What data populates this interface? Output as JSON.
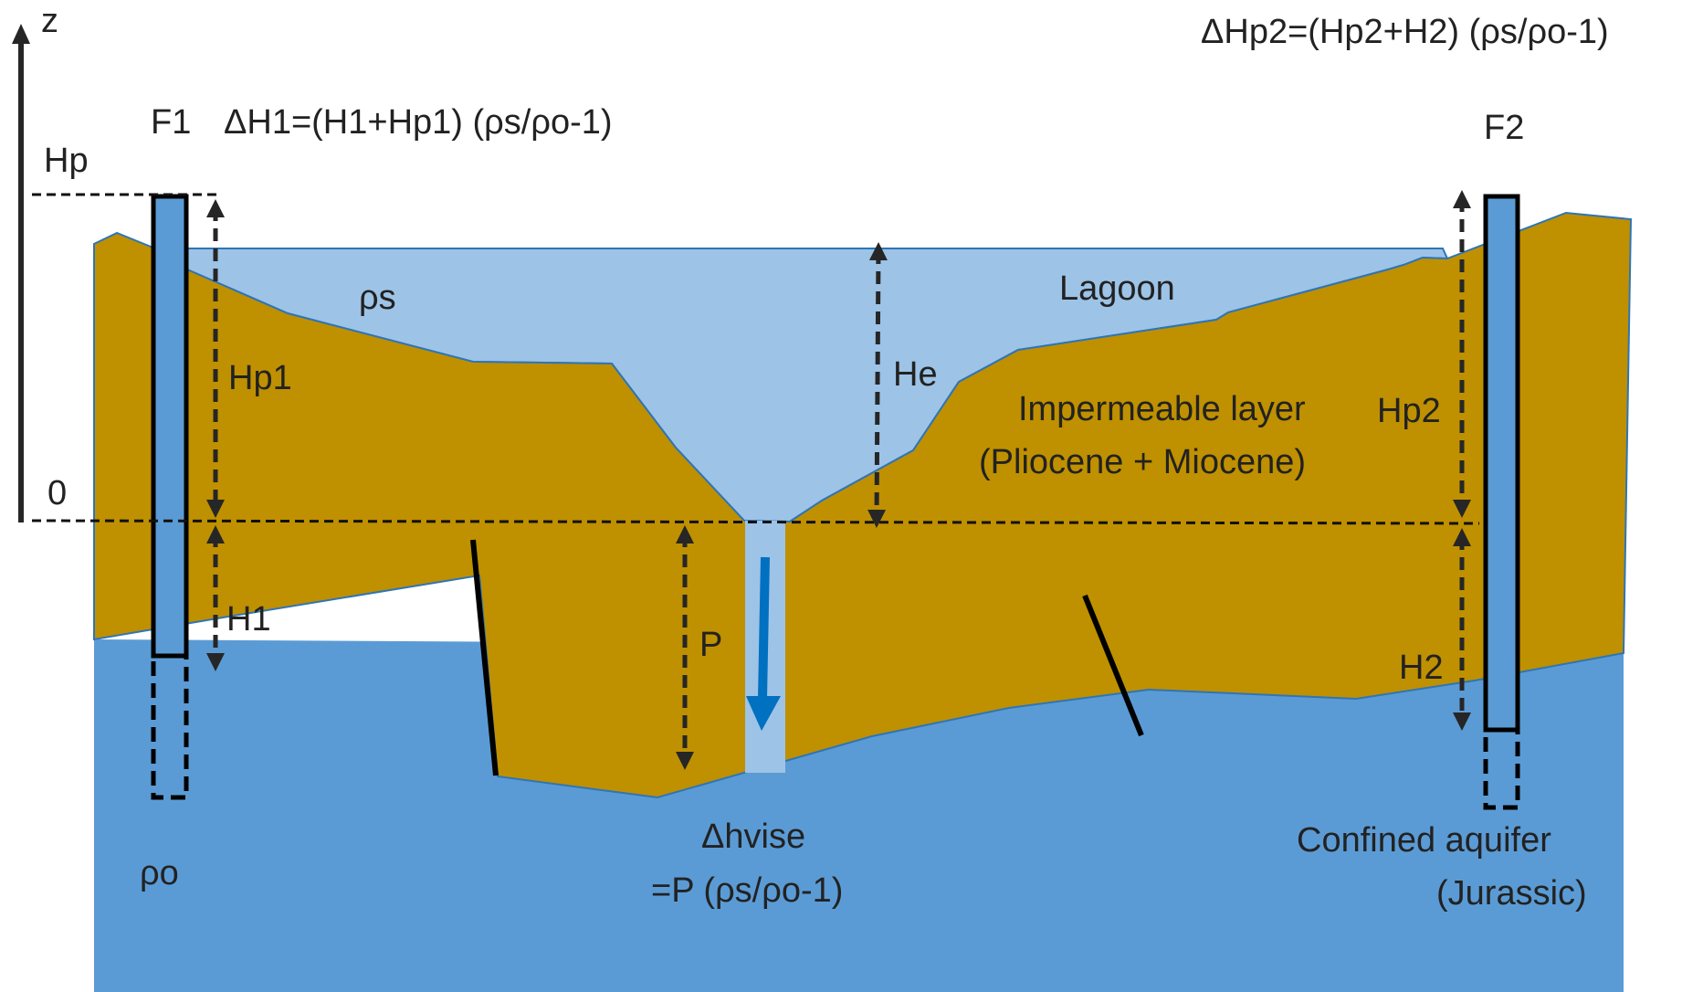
{
  "colors": {
    "aquifer": "#5b9bd5",
    "lagoon": "#9dc3e6",
    "impermeable": "#bf9000",
    "outline": "#2e75b6",
    "wells": "#5b9bd5",
    "flow_arrow": "#0070c0",
    "text": "#222222"
  },
  "axis": {
    "z_label": "z",
    "hp_label": "Hp",
    "zero_label": "0"
  },
  "labels": {
    "f1": "F1",
    "f2": "F2",
    "dh1": "ΔH1=(H1+Hp1) (ρs/ρo-1)",
    "dhp2": "ΔHp2=(Hp2+H2) (ρs/ρo-1)",
    "rho_s": "ρs",
    "rho_o": "ρo",
    "lagoon": "Lagoon",
    "he": "He",
    "hp1": "Hp1",
    "hp2": "Hp2",
    "h1": "H1",
    "h2": "H2",
    "p": "P",
    "impermeable_line1": "Impermeable layer",
    "impermeable_line2": "(Pliocene + Miocene)",
    "dhvise_line1": "Δhvise",
    "dhvise_line2": "=P (ρs/ρo-1)",
    "aquifer_line1": "Confined aquifer",
    "aquifer_line2": "(Jurassic)"
  }
}
